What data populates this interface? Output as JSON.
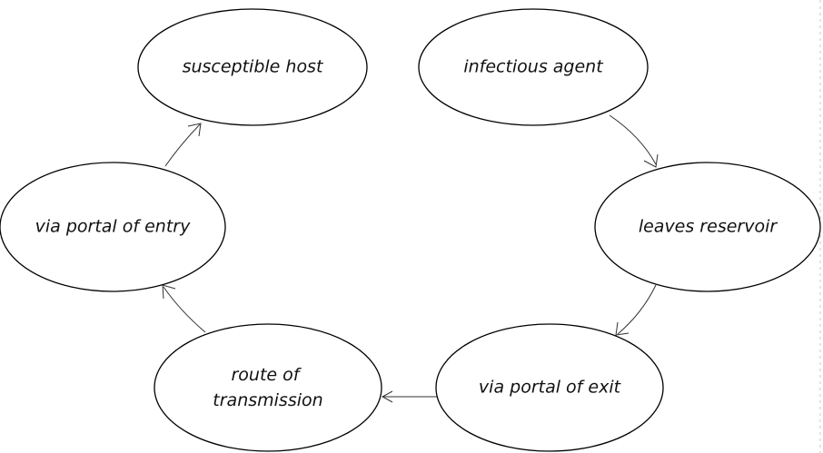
{
  "diagram": {
    "type": "cycle",
    "nodes": [
      {
        "id": "infectious-agent",
        "label": "infectious agent"
      },
      {
        "id": "leaves-reservoir",
        "label": "leaves reservoir"
      },
      {
        "id": "via-portal-of-exit",
        "label": "via portal of exit"
      },
      {
        "id": "route-of-transmission",
        "label_lines": [
          "route of",
          "transmission"
        ]
      },
      {
        "id": "via-portal-of-entry",
        "label": "via portal of entry"
      },
      {
        "id": "susceptible-host",
        "label": "susceptible host"
      }
    ],
    "edges": [
      {
        "from": "infectious-agent",
        "to": "leaves-reservoir"
      },
      {
        "from": "leaves-reservoir",
        "to": "via-portal-of-exit"
      },
      {
        "from": "via-portal-of-exit",
        "to": "route-of-transmission"
      },
      {
        "from": "route-of-transmission",
        "to": "via-portal-of-entry"
      },
      {
        "from": "via-portal-of-entry",
        "to": "susceptible-host"
      }
    ],
    "colors": {
      "node_fill": "#ffffff",
      "node_stroke": "#000000",
      "edge": "#333333",
      "text": "#111111"
    }
  }
}
